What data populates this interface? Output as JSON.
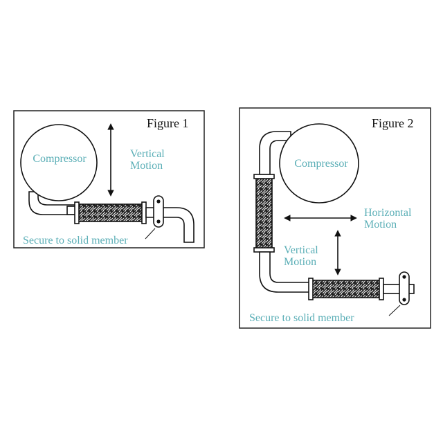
{
  "figure1": {
    "title": "Figure 1",
    "compressor_label": "Compressor",
    "motion_label_line1": "Vertical",
    "motion_label_line2": "Motion",
    "secure_label": "Secure to solid member"
  },
  "figure2": {
    "title": "Figure 2",
    "compressor_label": "Compressor",
    "horizontal_label_line1": "Horizontal",
    "horizontal_label_line2": "Motion",
    "vertical_label_line1": "Vertical",
    "vertical_label_line2": "Motion",
    "secure_label": "Secure to solid member"
  },
  "colors": {
    "label": "#5aaeb6",
    "line": "#111111"
  }
}
